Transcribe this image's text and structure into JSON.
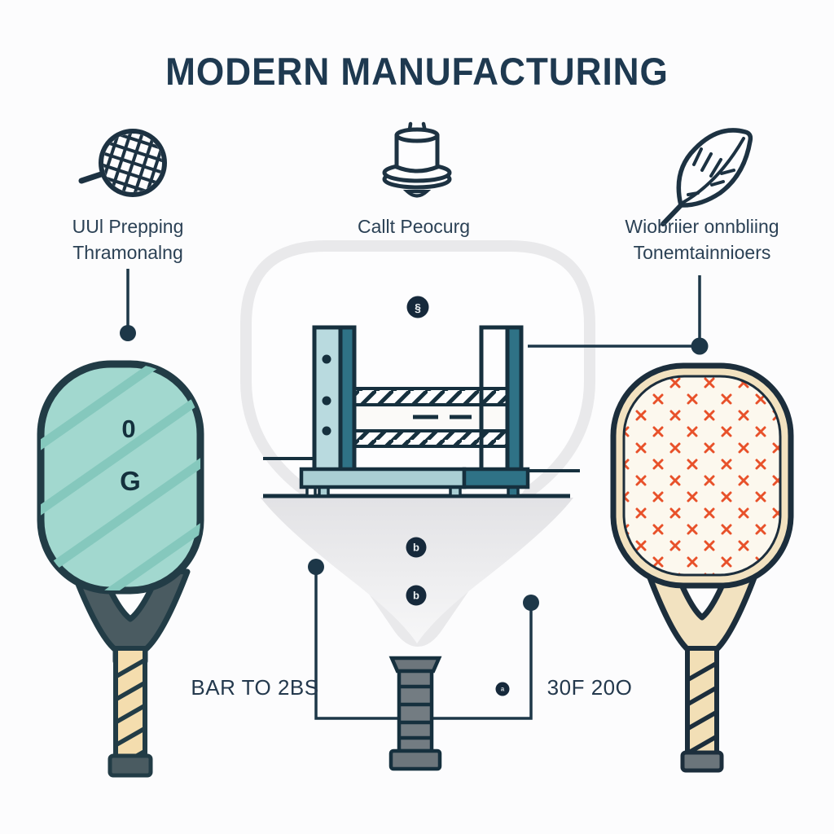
{
  "title": "MODERN MANUFACTURING",
  "steps": [
    {
      "icon": "mesh-icon",
      "label_line1": "UUl Prepping",
      "label_line2": "Thramonalng"
    },
    {
      "icon": "mold-pour-icon",
      "label_line1": "Callt Peocurg",
      "label_line2": ""
    },
    {
      "icon": "leaf-icon",
      "label_line1": "Wiobriier onnbliing",
      "label_line2": "Tonemtainnioers"
    }
  ],
  "center_diagram": {
    "badge_top_glyph": "§",
    "badge_mid1_glyph": "b",
    "badge_mid2_glyph": "b",
    "mini_dot_glyph": "a",
    "callout_left": "BAR TO 2BS",
    "callout_right": "30F 20O"
  },
  "left_paddle": {
    "face_glyph1": "0",
    "face_glyph2": "G"
  },
  "colors": {
    "title_navy": "#1e3950",
    "outline_navy": "#16303e",
    "ghost_gray": "#e9e9eb",
    "paddle_teal_face": "#a2d8cf",
    "paddle_teal_stripe": "#85c8bd",
    "machine_light_teal": "#b9dadf",
    "machine_dark_teal": "#2f7286",
    "cream": "#f2e2c0",
    "handle_cream": "#f4ddae",
    "x_mark_orange": "#e8512a",
    "grip_gray": "#737c82"
  }
}
